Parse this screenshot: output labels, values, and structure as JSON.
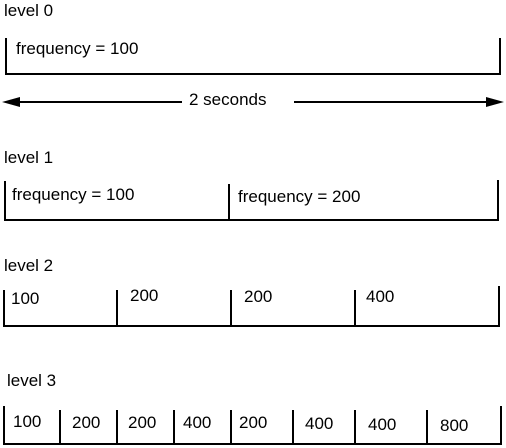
{
  "levels": [
    {
      "label": "level 0",
      "segments": [
        "frequency = 100"
      ]
    },
    {
      "label": "level 1",
      "segments": [
        "frequency = 100",
        "frequency = 200"
      ]
    },
    {
      "label": "level 2",
      "segments": [
        "100",
        "200",
        "200",
        "400"
      ]
    },
    {
      "label": "level 3",
      "segments": [
        "100",
        "200",
        "200",
        "400",
        "200",
        "400",
        "400",
        "800"
      ]
    }
  ],
  "duration_label": "2 seconds"
}
